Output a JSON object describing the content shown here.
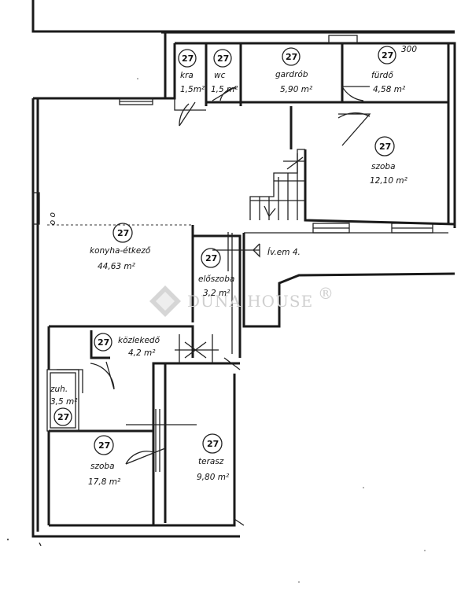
{
  "dimension_mark": "300",
  "side_mark": "o o",
  "stairs_note": "Ív.em 4.",
  "watermark": {
    "brand": "DUNA HOUSE",
    "reg": "®"
  },
  "rooms": [
    {
      "id": "wc-left",
      "name": "kra",
      "area": "1,5m²",
      "badge": "27"
    },
    {
      "id": "wc",
      "name": "wc",
      "area": "1,5 m²",
      "badge": "27"
    },
    {
      "id": "gardrob",
      "name": "gardrób",
      "area": "5,90 m²",
      "badge": "27"
    },
    {
      "id": "furdo",
      "name": "fürdő",
      "area": "4,58 m²",
      "badge": "27"
    },
    {
      "id": "szoba-1",
      "name": "szoba",
      "area": "12,10 m²",
      "badge": "27"
    },
    {
      "id": "konyha",
      "name": "konyha-étkező",
      "area": "44,63 m²",
      "badge": "27"
    },
    {
      "id": "eloszoba",
      "name": "előszoba",
      "area": "3,2 m²",
      "badge": "27"
    },
    {
      "id": "kozlekedo",
      "name": "közlekedő",
      "area": "4,2 m²",
      "badge": "27"
    },
    {
      "id": "zuh",
      "name": "zuh.",
      "area": "3,5 m²",
      "badge": "27"
    },
    {
      "id": "szoba-2",
      "name": "szoba",
      "area": "17,8 m²",
      "badge": "27"
    },
    {
      "id": "terasz",
      "name": "terasz",
      "area": "9,80 m²",
      "badge": "27"
    }
  ]
}
